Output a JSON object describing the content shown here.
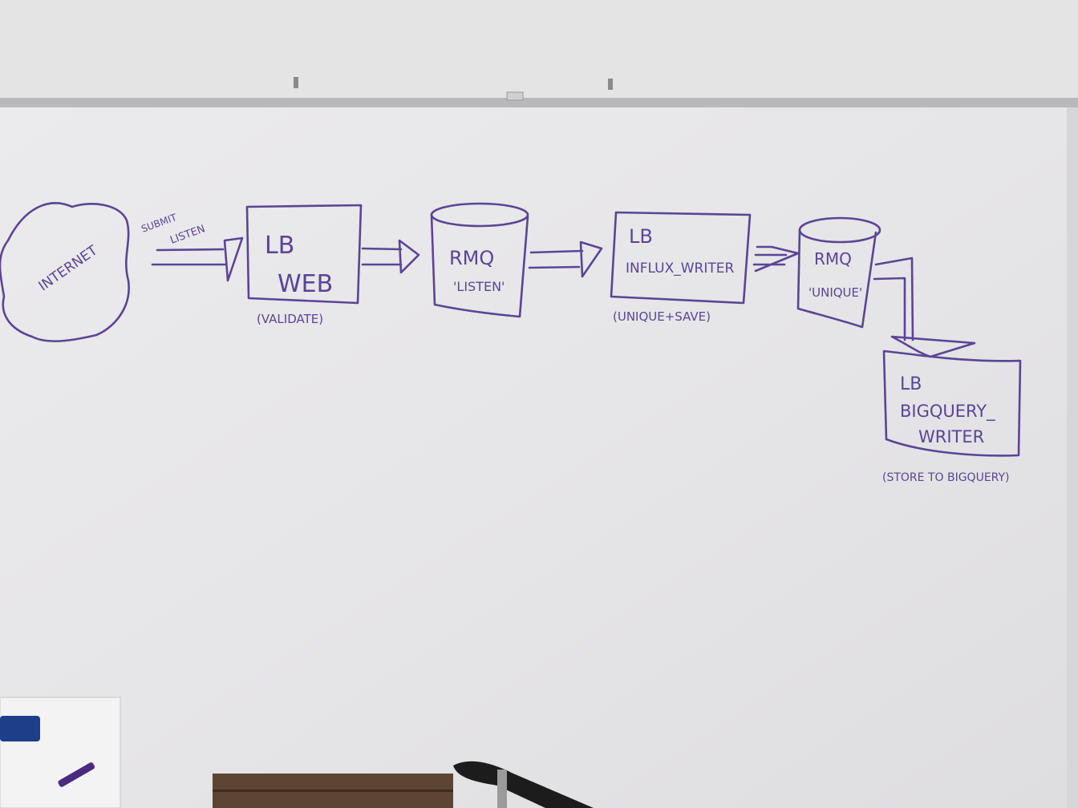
{
  "diagram": {
    "ink_color": "#5b4594",
    "nodes": {
      "internet": {
        "label": "INTERNET"
      },
      "lb_web": {
        "line1": "LB",
        "line2": "WEB",
        "note": "(VALIDATE)"
      },
      "rmq_listen": {
        "line1": "RMQ",
        "line2": "'LISTEN'"
      },
      "lb_influx": {
        "line1": "LB",
        "line2": "INFLUX_WRITER",
        "note": "(UNIQUE+SAVE)"
      },
      "rmq_unique": {
        "line1": "RMQ",
        "line2": "'UNIQUE'"
      },
      "lb_bigquery": {
        "line1": "LB",
        "line2": "BIGQUERY_",
        "line3": "WRITER",
        "note": "(STORE TO BIGQUERY)"
      }
    },
    "edges": {
      "internet_to_web": {
        "line1": "SUBMIT",
        "line2": "LISTEN"
      }
    }
  }
}
